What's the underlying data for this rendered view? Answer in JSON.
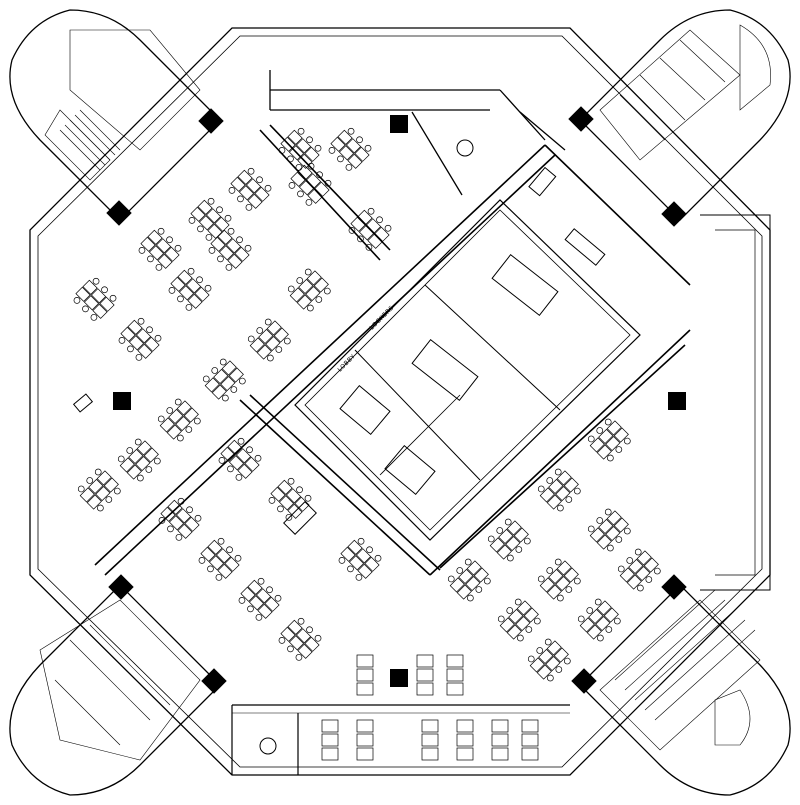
{
  "diagram": {
    "type": "architectural-floor-plan",
    "labels": {
      "lockers": "LOCKERS",
      "corridor_tag": "LOBBY"
    },
    "colors": {
      "line": "#000000",
      "background": "#ffffff",
      "column": "#000000"
    }
  }
}
